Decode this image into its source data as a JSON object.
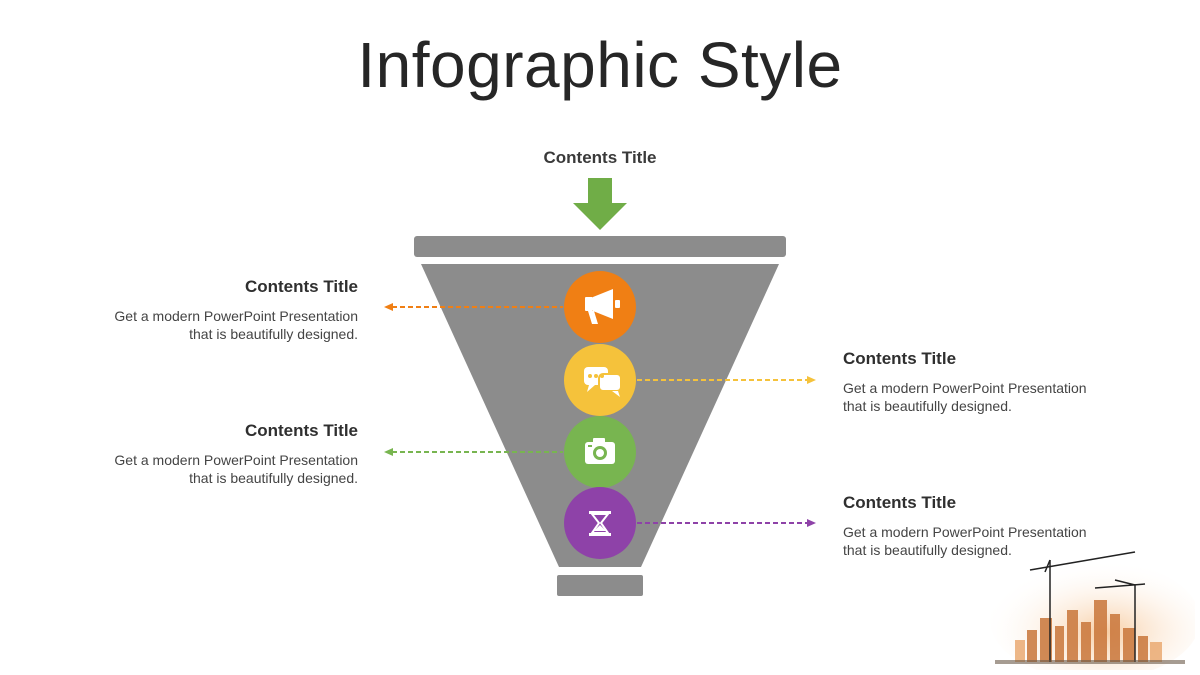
{
  "title": "Infographic Style",
  "top_label": "Contents Title",
  "colors": {
    "funnel": "#8c8c8c",
    "arrow": "#70ad47",
    "orange": "#f07f14",
    "yellow": "#f5c23b",
    "green": "#78b550",
    "purple": "#8e42a8"
  },
  "items": [
    {
      "icon": "megaphone-icon",
      "color": "#f07f14",
      "side": "left",
      "title": "Contents Title",
      "desc_line1": "Get a modern PowerPoint  Presentation",
      "desc_line2": "that is beautifully designed."
    },
    {
      "icon": "chat-bubbles-icon",
      "color": "#f5c23b",
      "side": "right",
      "title": "Contents Title",
      "desc_line1": "Get a modern PowerPoint  Presentation",
      "desc_line2": "that is beautifully designed."
    },
    {
      "icon": "camera-icon",
      "color": "#78b550",
      "side": "left",
      "title": "Contents Title",
      "desc_line1": "Get a modern PowerPoint  Presentation",
      "desc_line2": "that is beautifully designed."
    },
    {
      "icon": "hourglass-icon",
      "color": "#8e42a8",
      "side": "right",
      "title": "Contents Title",
      "desc_line1": "Get a modern PowerPoint  Presentation",
      "desc_line2": "that is beautifully designed."
    }
  ]
}
